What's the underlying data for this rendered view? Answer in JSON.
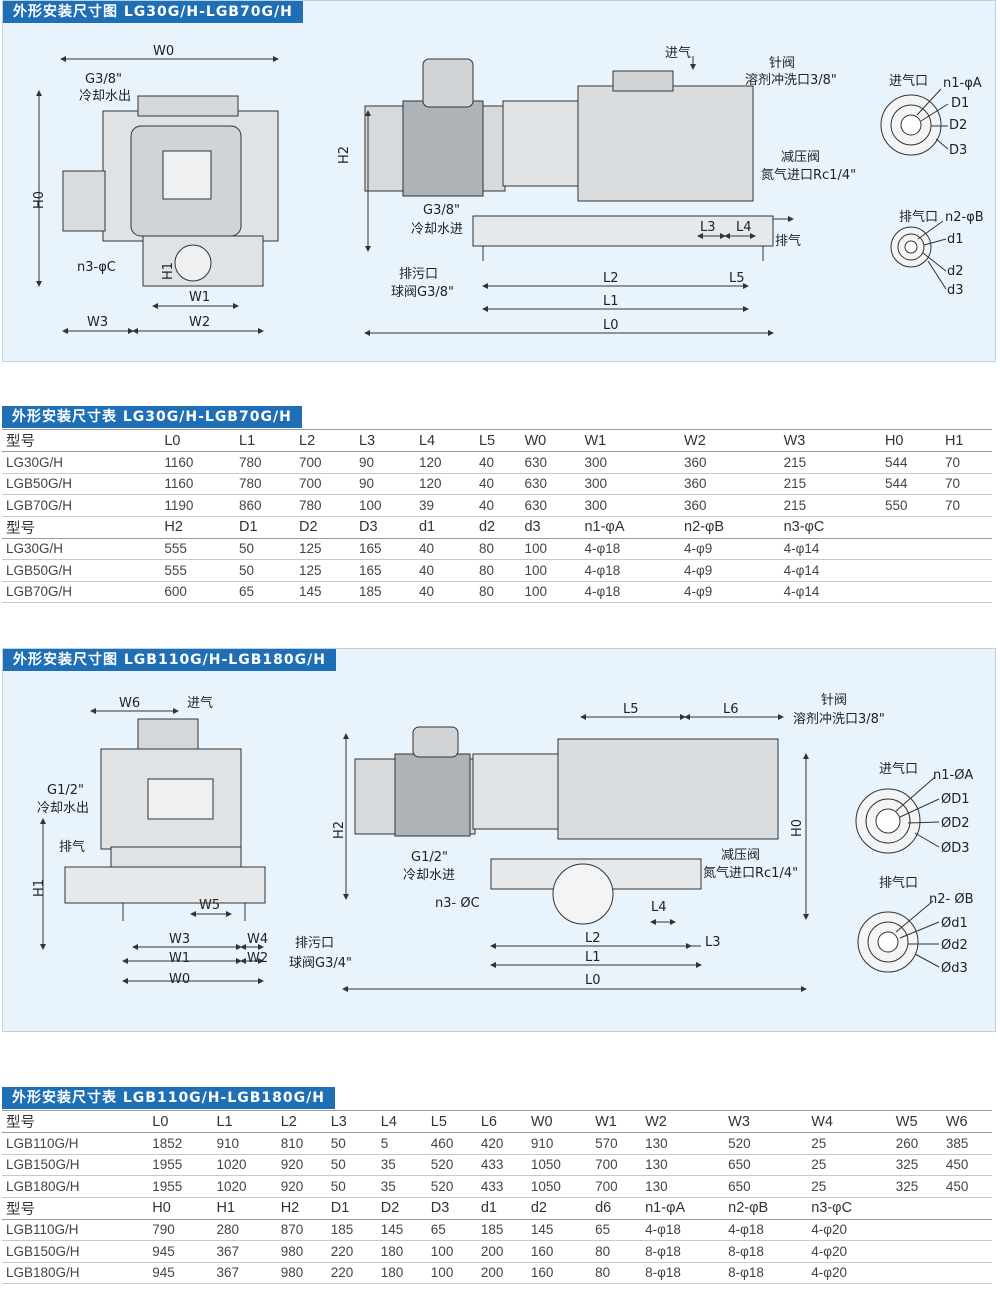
{
  "section1": {
    "drawing_title": "外形安装尺寸图   LG30G/H-LGB70G/H",
    "table_title": "外形安装尺寸表   LG30G/H-LGB70G/H",
    "labels": {
      "W0": "W0",
      "G38_out": "G3/8\"",
      "cool_out": "冷却水出",
      "H0": "H0",
      "n3C": "n3-φC",
      "H1": "H1",
      "W1": "W1",
      "W3": "W3",
      "W2": "W2",
      "H2": "H2",
      "G38_in": "G3/8\"",
      "cool_in": "冷却水进",
      "drain": "排污口",
      "ball_valve": "球阀G3/8\"",
      "L2": "L2",
      "L1": "L1",
      "L0": "L0",
      "L5": "L5",
      "L3": "L3",
      "L4": "L4",
      "exhaust": "排气",
      "intake": "进气",
      "needle_valve": "针阀",
      "solvent": "溶剂冲洗口3/8\"",
      "reducer": "减压阀",
      "nitrogen": "氮气进口Rc1/4\"",
      "inlet_title": "进气口",
      "n1A": "n1-φA",
      "D1": "D1",
      "D2": "D2",
      "D3": "D3",
      "outlet_title": "排气口",
      "n2B": "n2-φB",
      "d1": "d1",
      "d2": "d2",
      "d3": "d3"
    },
    "table": {
      "header1": [
        "型号",
        "L0",
        "L1",
        "L2",
        "L3",
        "L4",
        "L5",
        "W0",
        "W1",
        "W2",
        "W3",
        "H0",
        "H1"
      ],
      "rows1": [
        [
          "LG30G/H",
          "1160",
          "780",
          "700",
          "90",
          "120",
          "40",
          "630",
          "300",
          "360",
          "215",
          "544",
          "70"
        ],
        [
          "LGB50G/H",
          "1160",
          "780",
          "700",
          "90",
          "120",
          "40",
          "630",
          "300",
          "360",
          "215",
          "544",
          "70"
        ],
        [
          "LGB70G/H",
          "1190",
          "860",
          "780",
          "100",
          "39",
          "40",
          "630",
          "300",
          "360",
          "215",
          "550",
          "70"
        ]
      ],
      "header2": [
        "型号",
        "H2",
        "D1",
        "D2",
        "D3",
        "d1",
        "d2",
        "d3",
        "n1-φA",
        "n2-φB",
        "n3-φC",
        "",
        ""
      ],
      "rows2": [
        [
          "LG30G/H",
          "555",
          "50",
          "125",
          "165",
          "40",
          "80",
          "100",
          "4-φ18",
          "4-φ9",
          "4-φ14",
          "",
          ""
        ],
        [
          "LGB50G/H",
          "555",
          "50",
          "125",
          "165",
          "40",
          "80",
          "100",
          "4-φ18",
          "4-φ9",
          "4-φ14",
          "",
          ""
        ],
        [
          "LGB70G/H",
          "600",
          "65",
          "145",
          "185",
          "40",
          "80",
          "100",
          "4-φ18",
          "4-φ9",
          "4-φ14",
          "",
          ""
        ]
      ]
    }
  },
  "section2": {
    "drawing_title": "外形安装尺寸图   LGB110G/H-LGB180G/H",
    "table_title": "外形安装尺寸表   LGB110G/H-LGB180G/H",
    "labels": {
      "W6": "W6",
      "intake": "进气",
      "G12_out": "G1/2\"",
      "cool_out": "冷却水出",
      "exhaust": "排气",
      "H1": "H1",
      "W5": "W5",
      "W3": "W3",
      "W4": "W4",
      "W1": "W1",
      "W2": "W2",
      "W0": "W0",
      "drain": "排污口",
      "ball_valve": "球阀G3/4\"",
      "H2": "H2",
      "G12_in": "G1/2\"",
      "cool_in": "冷却水进",
      "n3C": "n3- ØC",
      "L5": "L5",
      "L6": "L6",
      "needle_valve": "针阀",
      "solvent": "溶剂冲洗口3/8\"",
      "reducer": "减压阀",
      "nitrogen": "氮气进口Rc1/4\"",
      "H0": "H0",
      "L4": "L4",
      "L2": "L2",
      "L3": "L3",
      "L1": "L1",
      "L0": "L0",
      "inlet_title": "进气口",
      "n1A": "n1-ØA",
      "D1": "ØD1",
      "D2": "ØD2",
      "D3": "ØD3",
      "outlet_title": "排气口",
      "n2B": "n2- ØB",
      "d1": "Ød1",
      "d2": "Ød2",
      "d3": "Ød3"
    },
    "table": {
      "header1": [
        "型号",
        "L0",
        "L1",
        "L2",
        "L3",
        "L4",
        "L5",
        "L6",
        "W0",
        "W1",
        "W2",
        "W3",
        "W4",
        "W5",
        "W6"
      ],
      "rows1": [
        [
          "LGB110G/H",
          "1852",
          "910",
          "810",
          "50",
          "5",
          "460",
          "420",
          "910",
          "570",
          "130",
          "520",
          "25",
          "260",
          "385"
        ],
        [
          "LGB150G/H",
          "1955",
          "1020",
          "920",
          "50",
          "35",
          "520",
          "433",
          "1050",
          "700",
          "130",
          "650",
          "25",
          "325",
          "450"
        ],
        [
          "LGB180G/H",
          "1955",
          "1020",
          "920",
          "50",
          "35",
          "520",
          "433",
          "1050",
          "700",
          "130",
          "650",
          "25",
          "325",
          "450"
        ]
      ],
      "header2": [
        "型号",
        "H0",
        "H1",
        "H2",
        "D1",
        "D2",
        "D3",
        "d1",
        "d2",
        "d6",
        "n1-φA",
        "n2-φB",
        "n3-φC",
        "",
        ""
      ],
      "rows2": [
        [
          "LGB110G/H",
          "790",
          "280",
          "870",
          "185",
          "145",
          "65",
          "185",
          "145",
          "65",
          "4-φ18",
          "4-φ18",
          "4-φ20",
          "",
          ""
        ],
        [
          "LGB150G/H",
          "945",
          "367",
          "980",
          "220",
          "180",
          "100",
          "200",
          "160",
          "80",
          "8-φ18",
          "8-φ18",
          "4-φ20",
          "",
          ""
        ],
        [
          "LGB180G/H",
          "945",
          "367",
          "980",
          "220",
          "180",
          "100",
          "200",
          "160",
          "80",
          "8-φ18",
          "8-φ18",
          "4-φ20",
          "",
          ""
        ]
      ]
    }
  }
}
